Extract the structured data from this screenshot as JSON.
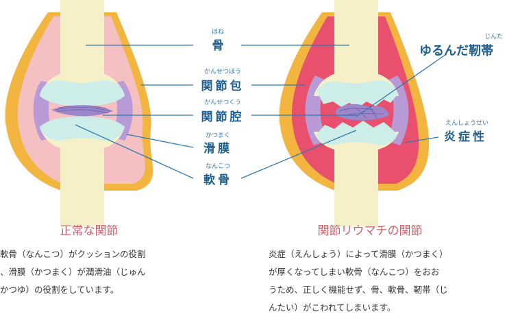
{
  "labels": {
    "bone": {
      "ruby": "ほね",
      "text": "骨"
    },
    "capsule": {
      "ruby": "かんせつほう",
      "text": "関節包"
    },
    "cavity": {
      "ruby": "かんせつくう",
      "text": "関節腔"
    },
    "synovium": {
      "ruby": "かつまく",
      "text": "滑膜"
    },
    "cartilage": {
      "ruby": "なんこつ",
      "text": "軟骨"
    },
    "loose_ligament": {
      "ruby": "じんた",
      "text": "ゆるんだ靭帯"
    },
    "inflamed": {
      "ruby": "えんしょうせい",
      "text": "炎症性"
    }
  },
  "normal": {
    "title": "正常な関節",
    "desc": [
      "軟骨（なんこつ）がクッションの役割",
      "、滑膜（かつまく）が潤滑油（じゅん",
      "かつゆ）の役割をしています。"
    ]
  },
  "ra": {
    "title": "関節リウマチの関節",
    "desc": [
      "炎症（えんしょう）によって滑膜（かつまく）",
      "が厚くなってしまい軟骨（なんこつ）をおお",
      "うため、正しく機能せず、骨、軟骨、靭帯（じ",
      "んたい）がこわれてしまいます。"
    ]
  },
  "colors": {
    "bone": "#f6f0c8",
    "cartilage": "#cdeee8",
    "capsule_outer": "#f2b53f",
    "capsule_inner": "#f4c0c2",
    "inflamed": "#e8506e",
    "synovium": "#b79ad6",
    "ligament": "#9b87c9",
    "leader": "#2f78b0",
    "title": "#d35f6b"
  }
}
